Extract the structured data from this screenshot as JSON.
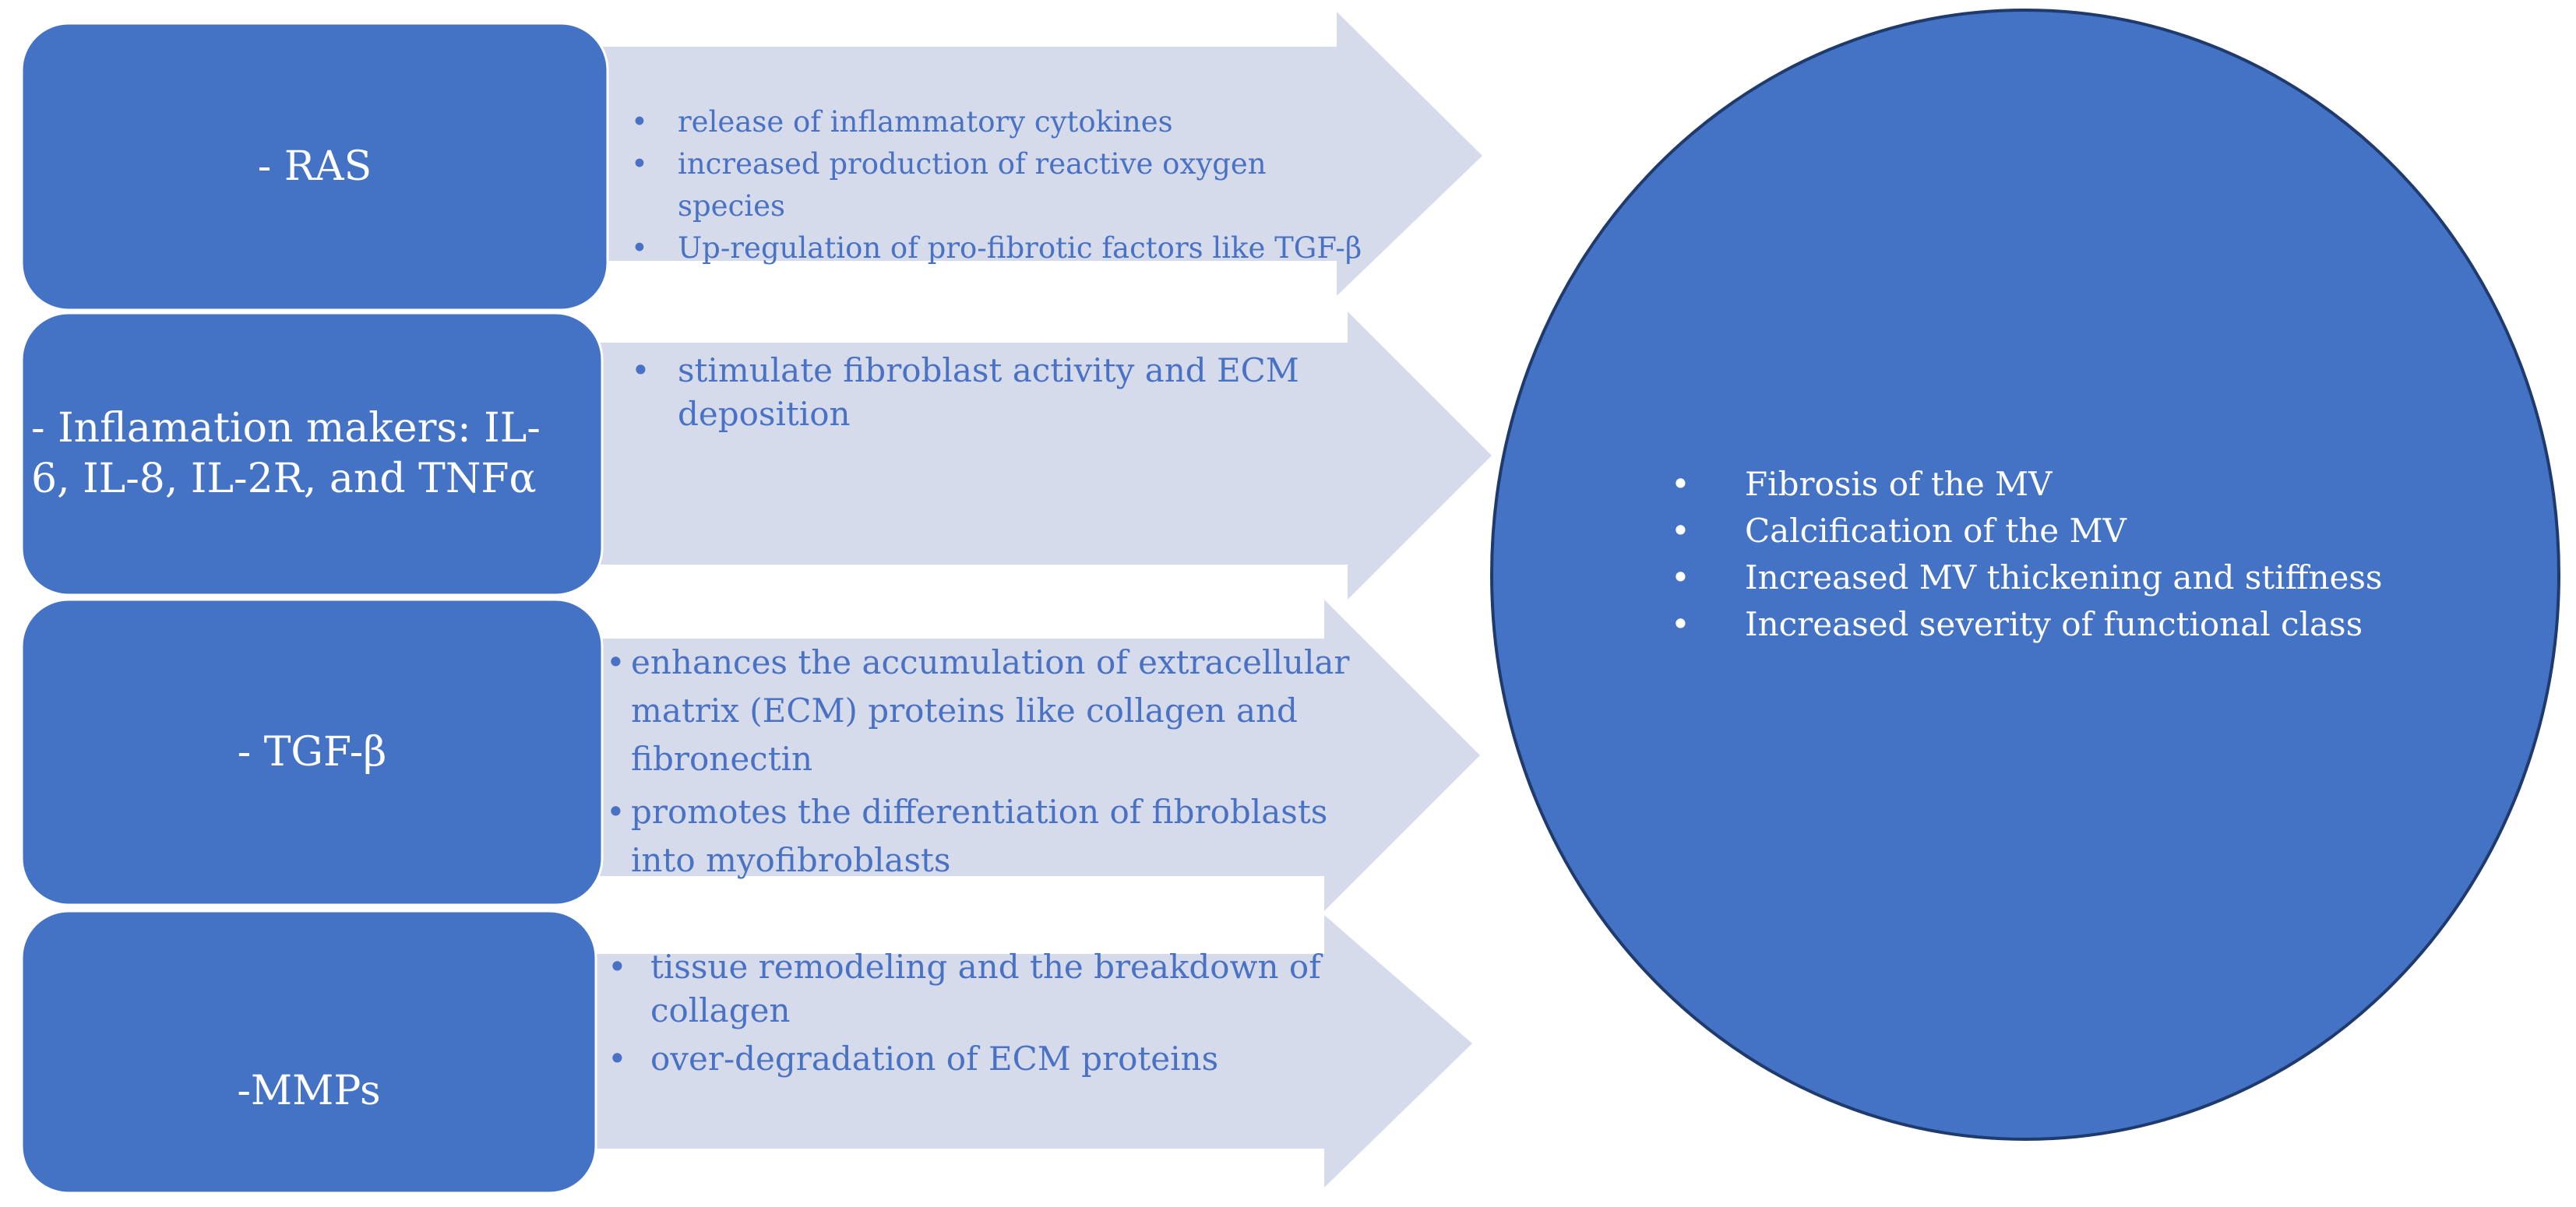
{
  "colors": {
    "box_fill": "#4472c4",
    "box_stroke": "#ffffff",
    "arrow_fill": "#d6dbec",
    "arrow_text": "#4a72c4",
    "circle_fill": "#4472c4",
    "circle_stroke": "#1f3b6e",
    "circle_text": "#ffffff"
  },
  "bullet_char": "•",
  "factors": [
    {
      "label": "- RAS",
      "effects": [
        "release of inflammatory cytokines",
        "increased production of reactive oxygen species",
        "Up-regulation of pro-fibrotic factors like TGF-β"
      ]
    },
    {
      "label": "- Inflamation makers: IL-6, IL-8, IL-2R, and TNFα",
      "effects": [
        "stimulate fibroblast activity and ECM deposition"
      ]
    },
    {
      "label": "- TGF-β",
      "effects": [
        "enhances the accumulation of extracellular matrix (ECM) proteins like collagen and fibronectin",
        "promotes the differentiation of fibroblasts into myofibroblasts"
      ]
    },
    {
      "label": "-MMPs",
      "effects": [
        "tissue remodeling and the breakdown of collagen",
        "over-degradation of ECM proteins"
      ]
    }
  ],
  "outcomes": [
    "Fibrosis of the MV",
    "Calcification of the MV",
    "Increased MV thickening and stiffness",
    "Increased severity of functional class"
  ]
}
